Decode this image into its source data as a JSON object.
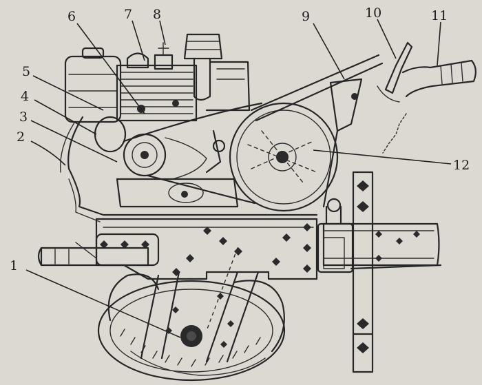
{
  "callouts": [
    {
      "id": "1",
      "label": "1"
    },
    {
      "id": "2",
      "label": "2"
    },
    {
      "id": "3",
      "label": "3"
    },
    {
      "id": "4",
      "label": "4"
    },
    {
      "id": "5",
      "label": "5"
    },
    {
      "id": "6",
      "label": "6"
    },
    {
      "id": "7",
      "label": "7"
    },
    {
      "id": "8",
      "label": "8"
    },
    {
      "id": "9",
      "label": "9"
    },
    {
      "id": "10",
      "label": "10"
    },
    {
      "id": "11",
      "label": "11"
    },
    {
      "id": "12",
      "label": "12"
    }
  ],
  "colors": {
    "paper": "#dcd8d2",
    "ink": "#262626"
  }
}
